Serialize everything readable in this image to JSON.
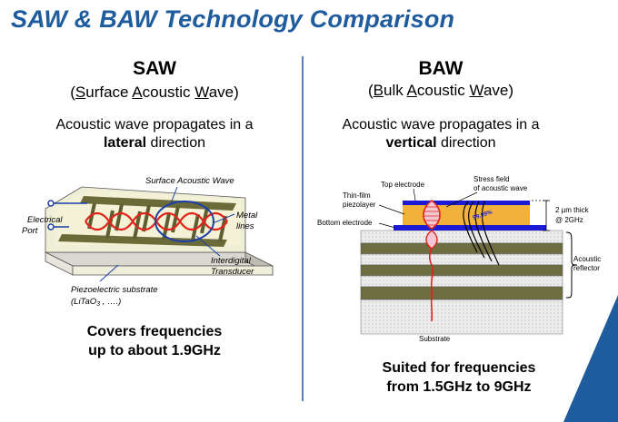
{
  "title": "SAW & BAW Technology Comparison",
  "saw": {
    "heading": "SAW",
    "sub_open": "(",
    "sub_l1": "S",
    "sub_w1": "urface ",
    "sub_l2": "A",
    "sub_w2": "coustic ",
    "sub_l3": "W",
    "sub_w3": "ave)",
    "desc_line1": "Acoustic wave propagates in a",
    "desc_bold": "lateral",
    "desc_rest": " direction",
    "note_line1": "Covers frequencies",
    "note_line2": "up to about 1.9GHz",
    "diagram": {
      "surface_wave": "Surface Acoustic Wave",
      "electrical": "Electrical",
      "port": "Port",
      "metal": "Metal",
      "lines": "lines",
      "interdigital": "Interdigital",
      "transducer": "Transducer",
      "substrate": "Piezoelectric substrate",
      "substrate_formula_a": "(LiTaO",
      "substrate_formula_sub": "3",
      "substrate_formula_b": " , ….)"
    }
  },
  "baw": {
    "heading": "BAW",
    "sub_open": "(",
    "sub_l1": "B",
    "sub_w1": "ulk ",
    "sub_l2": "A",
    "sub_w2": "coustic ",
    "sub_l3": "W",
    "sub_w3": "ave)",
    "desc_line1": "Acoustic wave propagates in a",
    "desc_bold": "vertical",
    "desc_rest": " direction",
    "note_line1": "Suited for frequencies",
    "note_line2": "from 1.5GHz to 9GHz",
    "diagram": {
      "top_electrode": "Top electrode",
      "stress_field_1": "Stress field",
      "stress_field_2": "of acoustic wave",
      "thin_film_1": "Thin-film",
      "thin_film_2": "piezolayer",
      "bottom_electrode": "Bottom electrode",
      "percent": "99.99%",
      "thickness_1": "2 µm thick",
      "thickness_2": "@ 2GHz",
      "reflector_1": "Acoustic",
      "reflector_2": "reflector",
      "substrate": "Substrate"
    }
  },
  "colors": {
    "title_blue": "#1f5c9e",
    "divider": "#5a7fb0",
    "corner_blue": "#1f5c9e",
    "wave_red": "#e0241b",
    "electrode_blue": "#1b1bd6",
    "piezo_orange": "#f2b13a"
  }
}
